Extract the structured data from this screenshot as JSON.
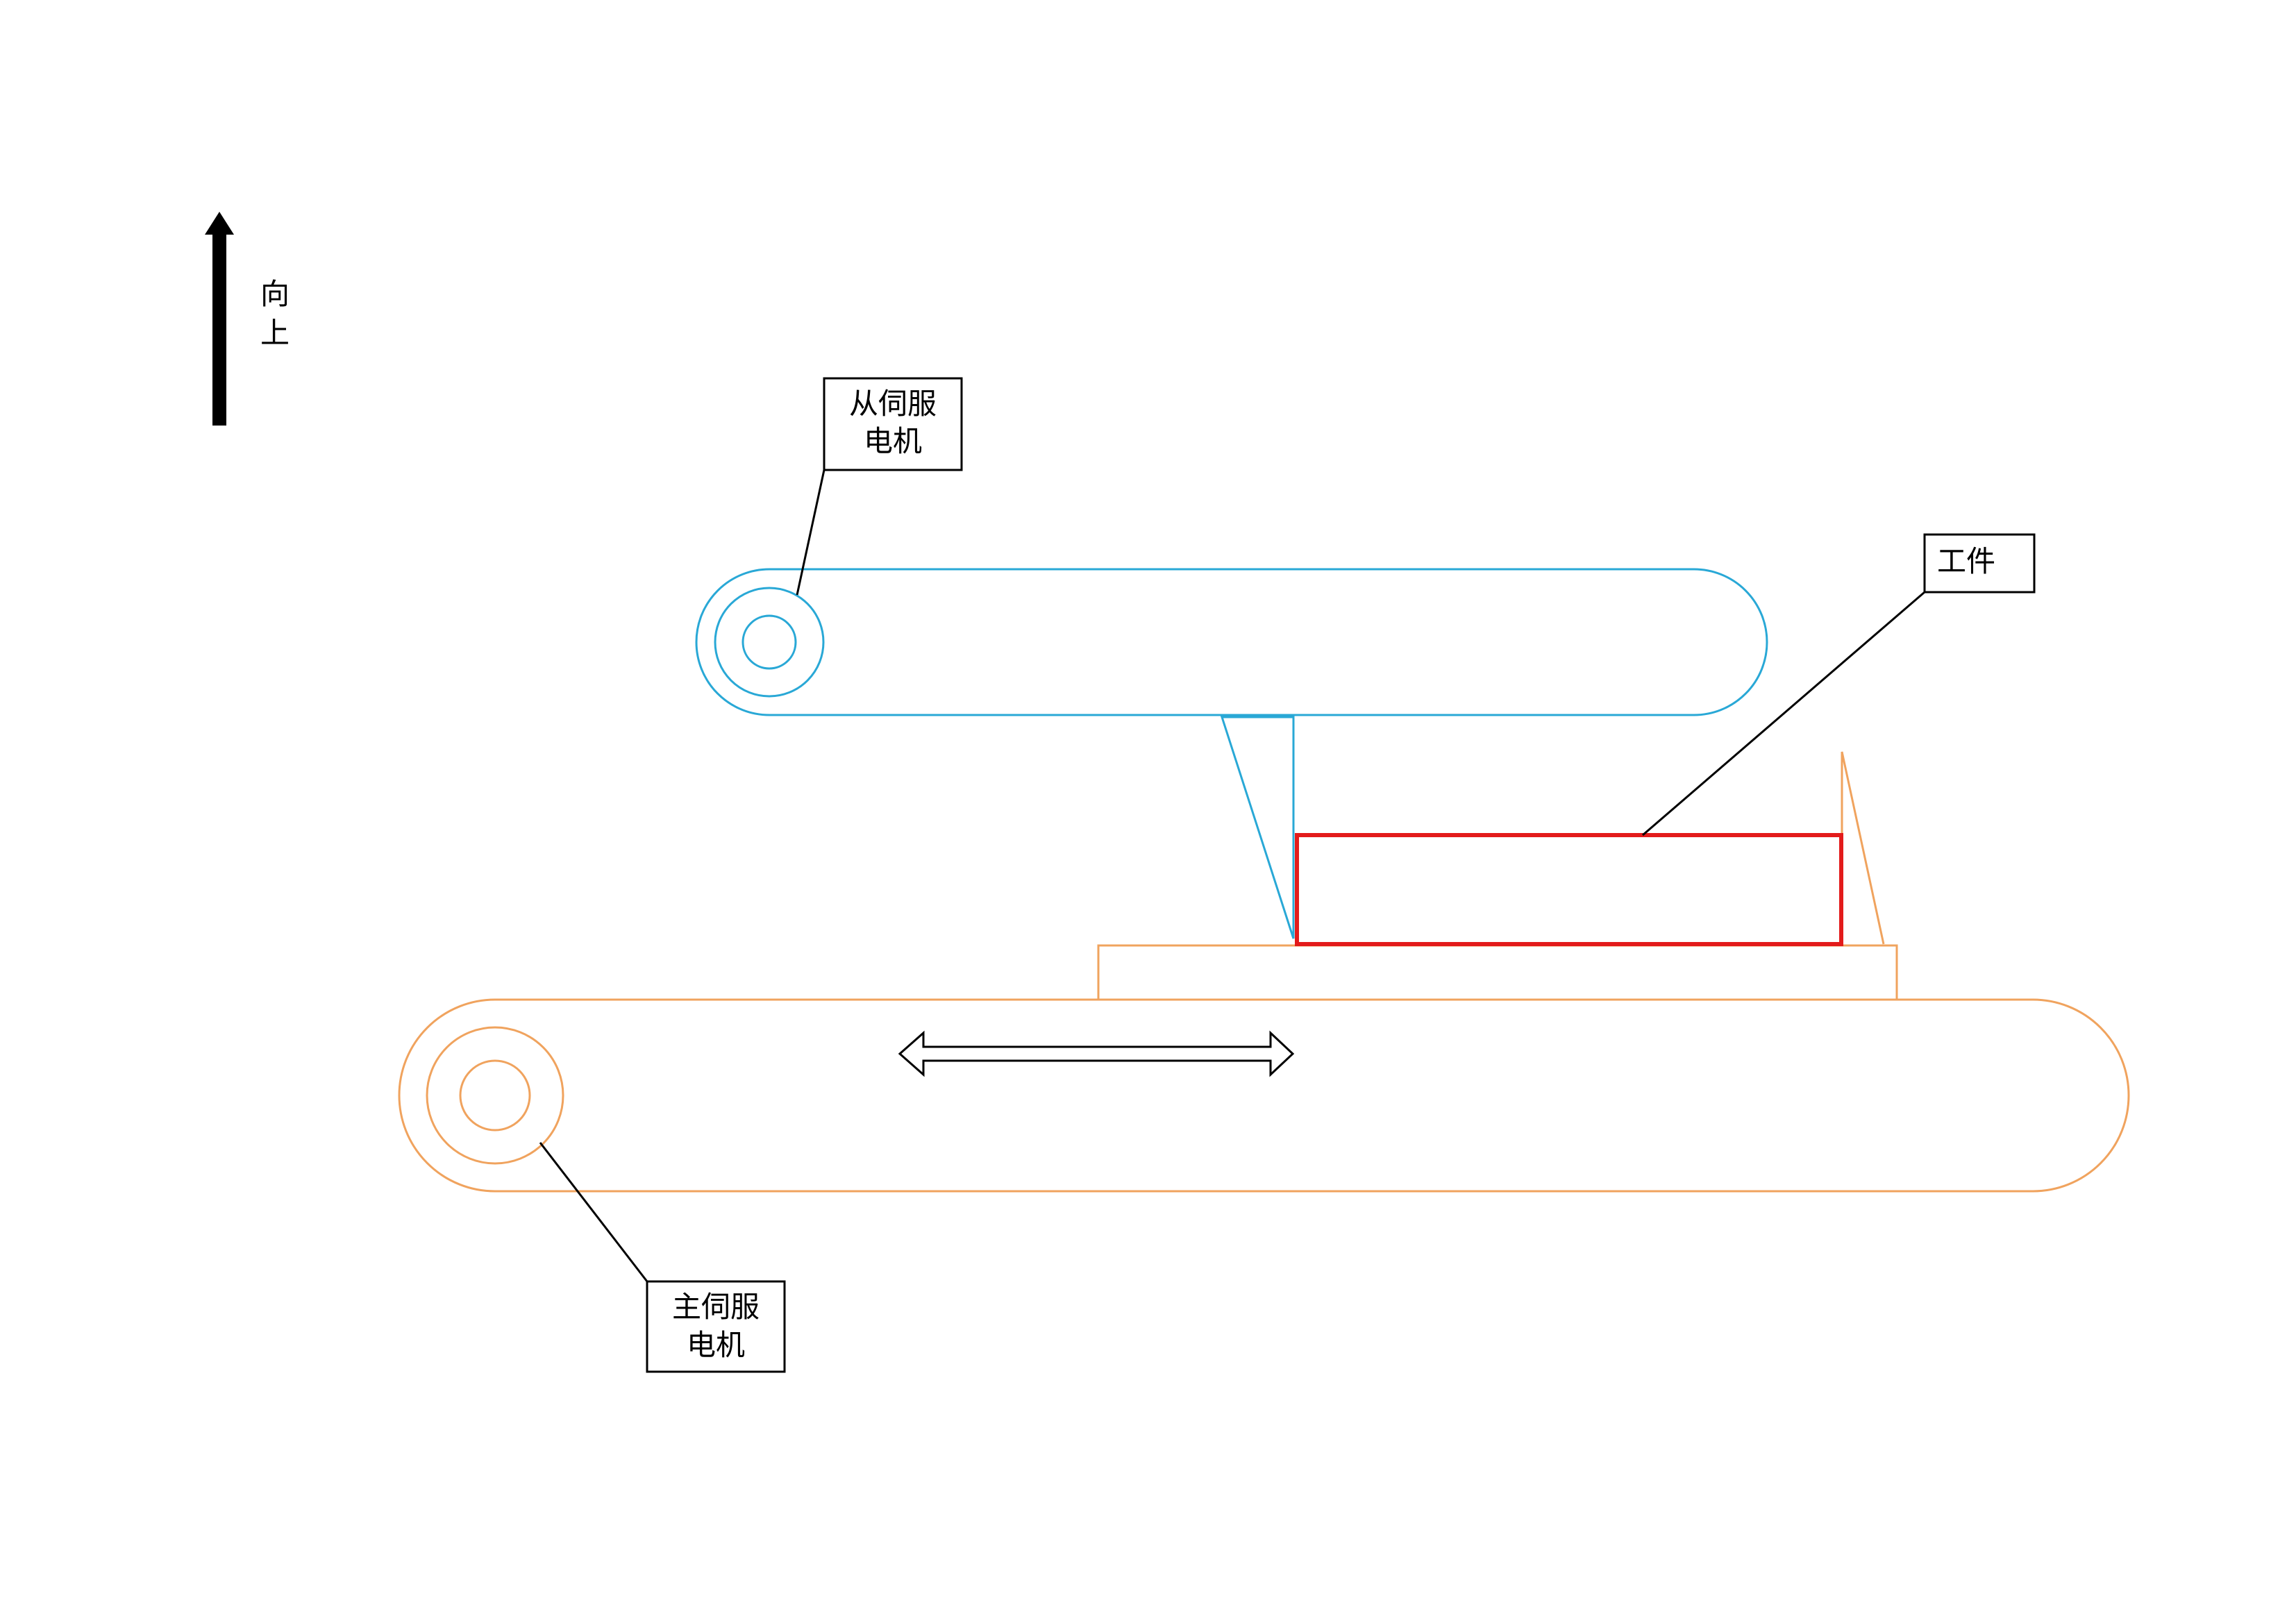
{
  "colors": {
    "slave_arm": "#29a8d6",
    "master_arm": "#f0a35e",
    "workpiece": "#e31b1b",
    "label": "#000000"
  },
  "direction_indicator": {
    "icon": "arrow-up-icon",
    "label_line1": "向",
    "label_line2": "上"
  },
  "slave_motor": {
    "label_line1": "从伺服",
    "label_line2": "电机"
  },
  "master_motor": {
    "label_line1": "主伺服",
    "label_line2": "电机"
  },
  "workpiece": {
    "label": "工件"
  },
  "motion_indicator": {
    "icon": "double-arrow-icon"
  }
}
